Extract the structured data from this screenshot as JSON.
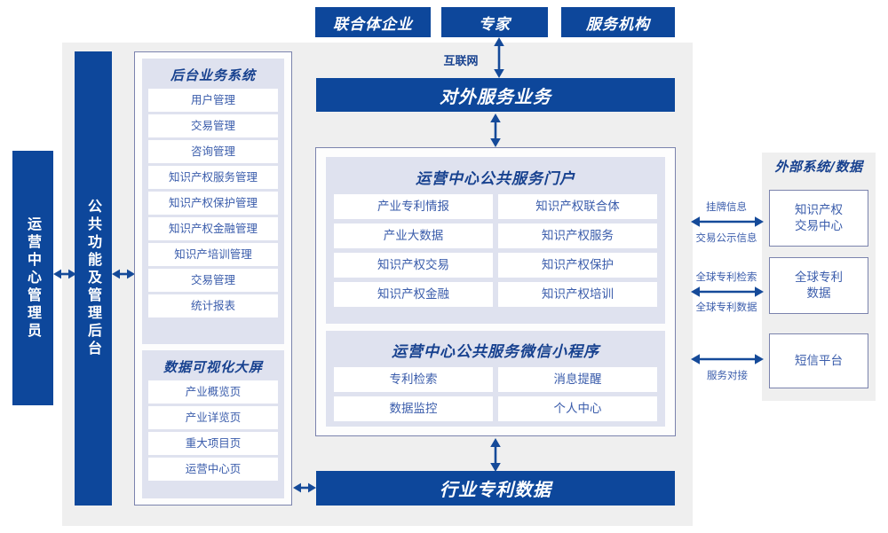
{
  "diagram": {
    "title_top_actors": [
      {
        "label": "联合体企业"
      },
      {
        "label": "专家"
      },
      {
        "label": "服务机构"
      }
    ],
    "internet_label": "互联网",
    "external_service_bar": "对外服务业务",
    "industry_data_bar": "行业专利数据",
    "left_roles": [
      {
        "label": "运营中心管理员"
      },
      {
        "label": "公共功能及管理后台"
      }
    ],
    "backend_system": {
      "title": "后台业务系统",
      "items": [
        {
          "label": "用户管理"
        },
        {
          "label": "交易管理"
        },
        {
          "label": "咨询管理"
        },
        {
          "label": "知识产权服务管理"
        },
        {
          "label": "知识产权保护管理"
        },
        {
          "label": "知识产权金融管理"
        },
        {
          "label": "知识产培训管理"
        },
        {
          "label": "交易管理"
        },
        {
          "label": "统计报表"
        }
      ]
    },
    "visualization_screen": {
      "title": "数据可视化大屏",
      "items": [
        {
          "label": "产业概览页"
        },
        {
          "label": "产业详览页"
        },
        {
          "label": "重大项目页"
        },
        {
          "label": "运营中心页"
        }
      ]
    },
    "public_portal": {
      "title": "运营中心公共服务门户",
      "items": [
        {
          "label": "产业专利情报"
        },
        {
          "label": "知识产权联合体"
        },
        {
          "label": "产业大数据"
        },
        {
          "label": "知识产权服务"
        },
        {
          "label": "知识产权交易"
        },
        {
          "label": "知识产权保护"
        },
        {
          "label": "知识产权金融"
        },
        {
          "label": "知识产权培训"
        }
      ]
    },
    "wechat_miniprogram": {
      "title": "运营中心公共服务微信小程序",
      "items": [
        {
          "label": "专利检索"
        },
        {
          "label": "消息提醒"
        },
        {
          "label": "数据监控"
        },
        {
          "label": "个人中心"
        }
      ]
    },
    "external": {
      "title": "外部系统/数据",
      "items": [
        {
          "label": "知识产权\n交易中心"
        },
        {
          "label": "全球专利\n数据"
        },
        {
          "label": "短信平台"
        }
      ],
      "connector_labels": [
        {
          "above": "挂牌信息",
          "below": "交易公示信息"
        },
        {
          "above": "全球专利检索",
          "below": "全球专利数据"
        },
        {
          "above": "",
          "below": "服务对接"
        }
      ]
    },
    "colors": {
      "primary_blue": "#0d479b",
      "panel_border": "#7b83ad",
      "subpanel_bg": "#dfe2ef",
      "outer_bg": "#efefef",
      "text_blue": "#3a5cab",
      "title_blue": "#17418f"
    }
  }
}
